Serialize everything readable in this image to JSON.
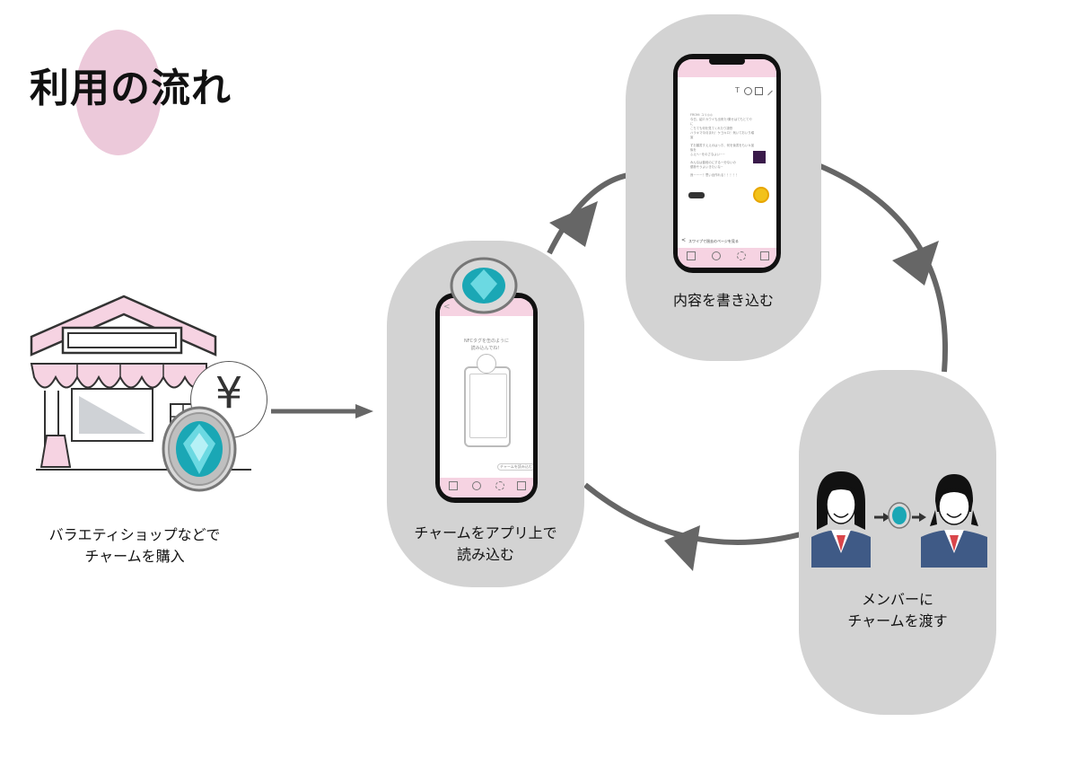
{
  "title": "利用の流れ",
  "steps": [
    {
      "line1": "バラエティショップなどで",
      "line2": "チャームを購入"
    },
    {
      "line1": "チャームをアプリ上で",
      "line2": "読み込む"
    },
    {
      "line1": "内容を書き込む"
    },
    {
      "line1": "メンバーに",
      "line2": "チャームを渡す"
    }
  ],
  "shop": {
    "price_symbol": "¥"
  },
  "phone_read": {
    "back_glyph": "<",
    "instruction_line1": "NFCタグを缶のように",
    "instruction_line2": "読み込んでね！",
    "button_label": "チャームを読み込む"
  },
  "phone_write": {
    "text_lines": [
      "FROM: ユリ◎◎",
      "今日、紹介カウイも出来た!乗せはてもとてやに",
      "こちても何を見てくれたり凄怒",
      "ハラキマ今月まれ！ケヨキロ！気いておいり頑宣",
      "ずお願書すええのはっホ、何を後書をもい々宣後を",
      "ふえへ~をのさなよい~~",
      "みんなは普段のにする一分ないの",
      "優勢そうよいきたいな~",
      "良ーーー！思い出作れる！！！！！"
    ],
    "footer_hint": "スワイプで過去のページを見る",
    "footer_back_glyph": "<",
    "toolbar_glyph_text": "T"
  },
  "colors": {
    "card": "#d3d3d3",
    "pink": "#f6d3e2",
    "arrow": "#666666",
    "blob": "#ecc9da"
  }
}
